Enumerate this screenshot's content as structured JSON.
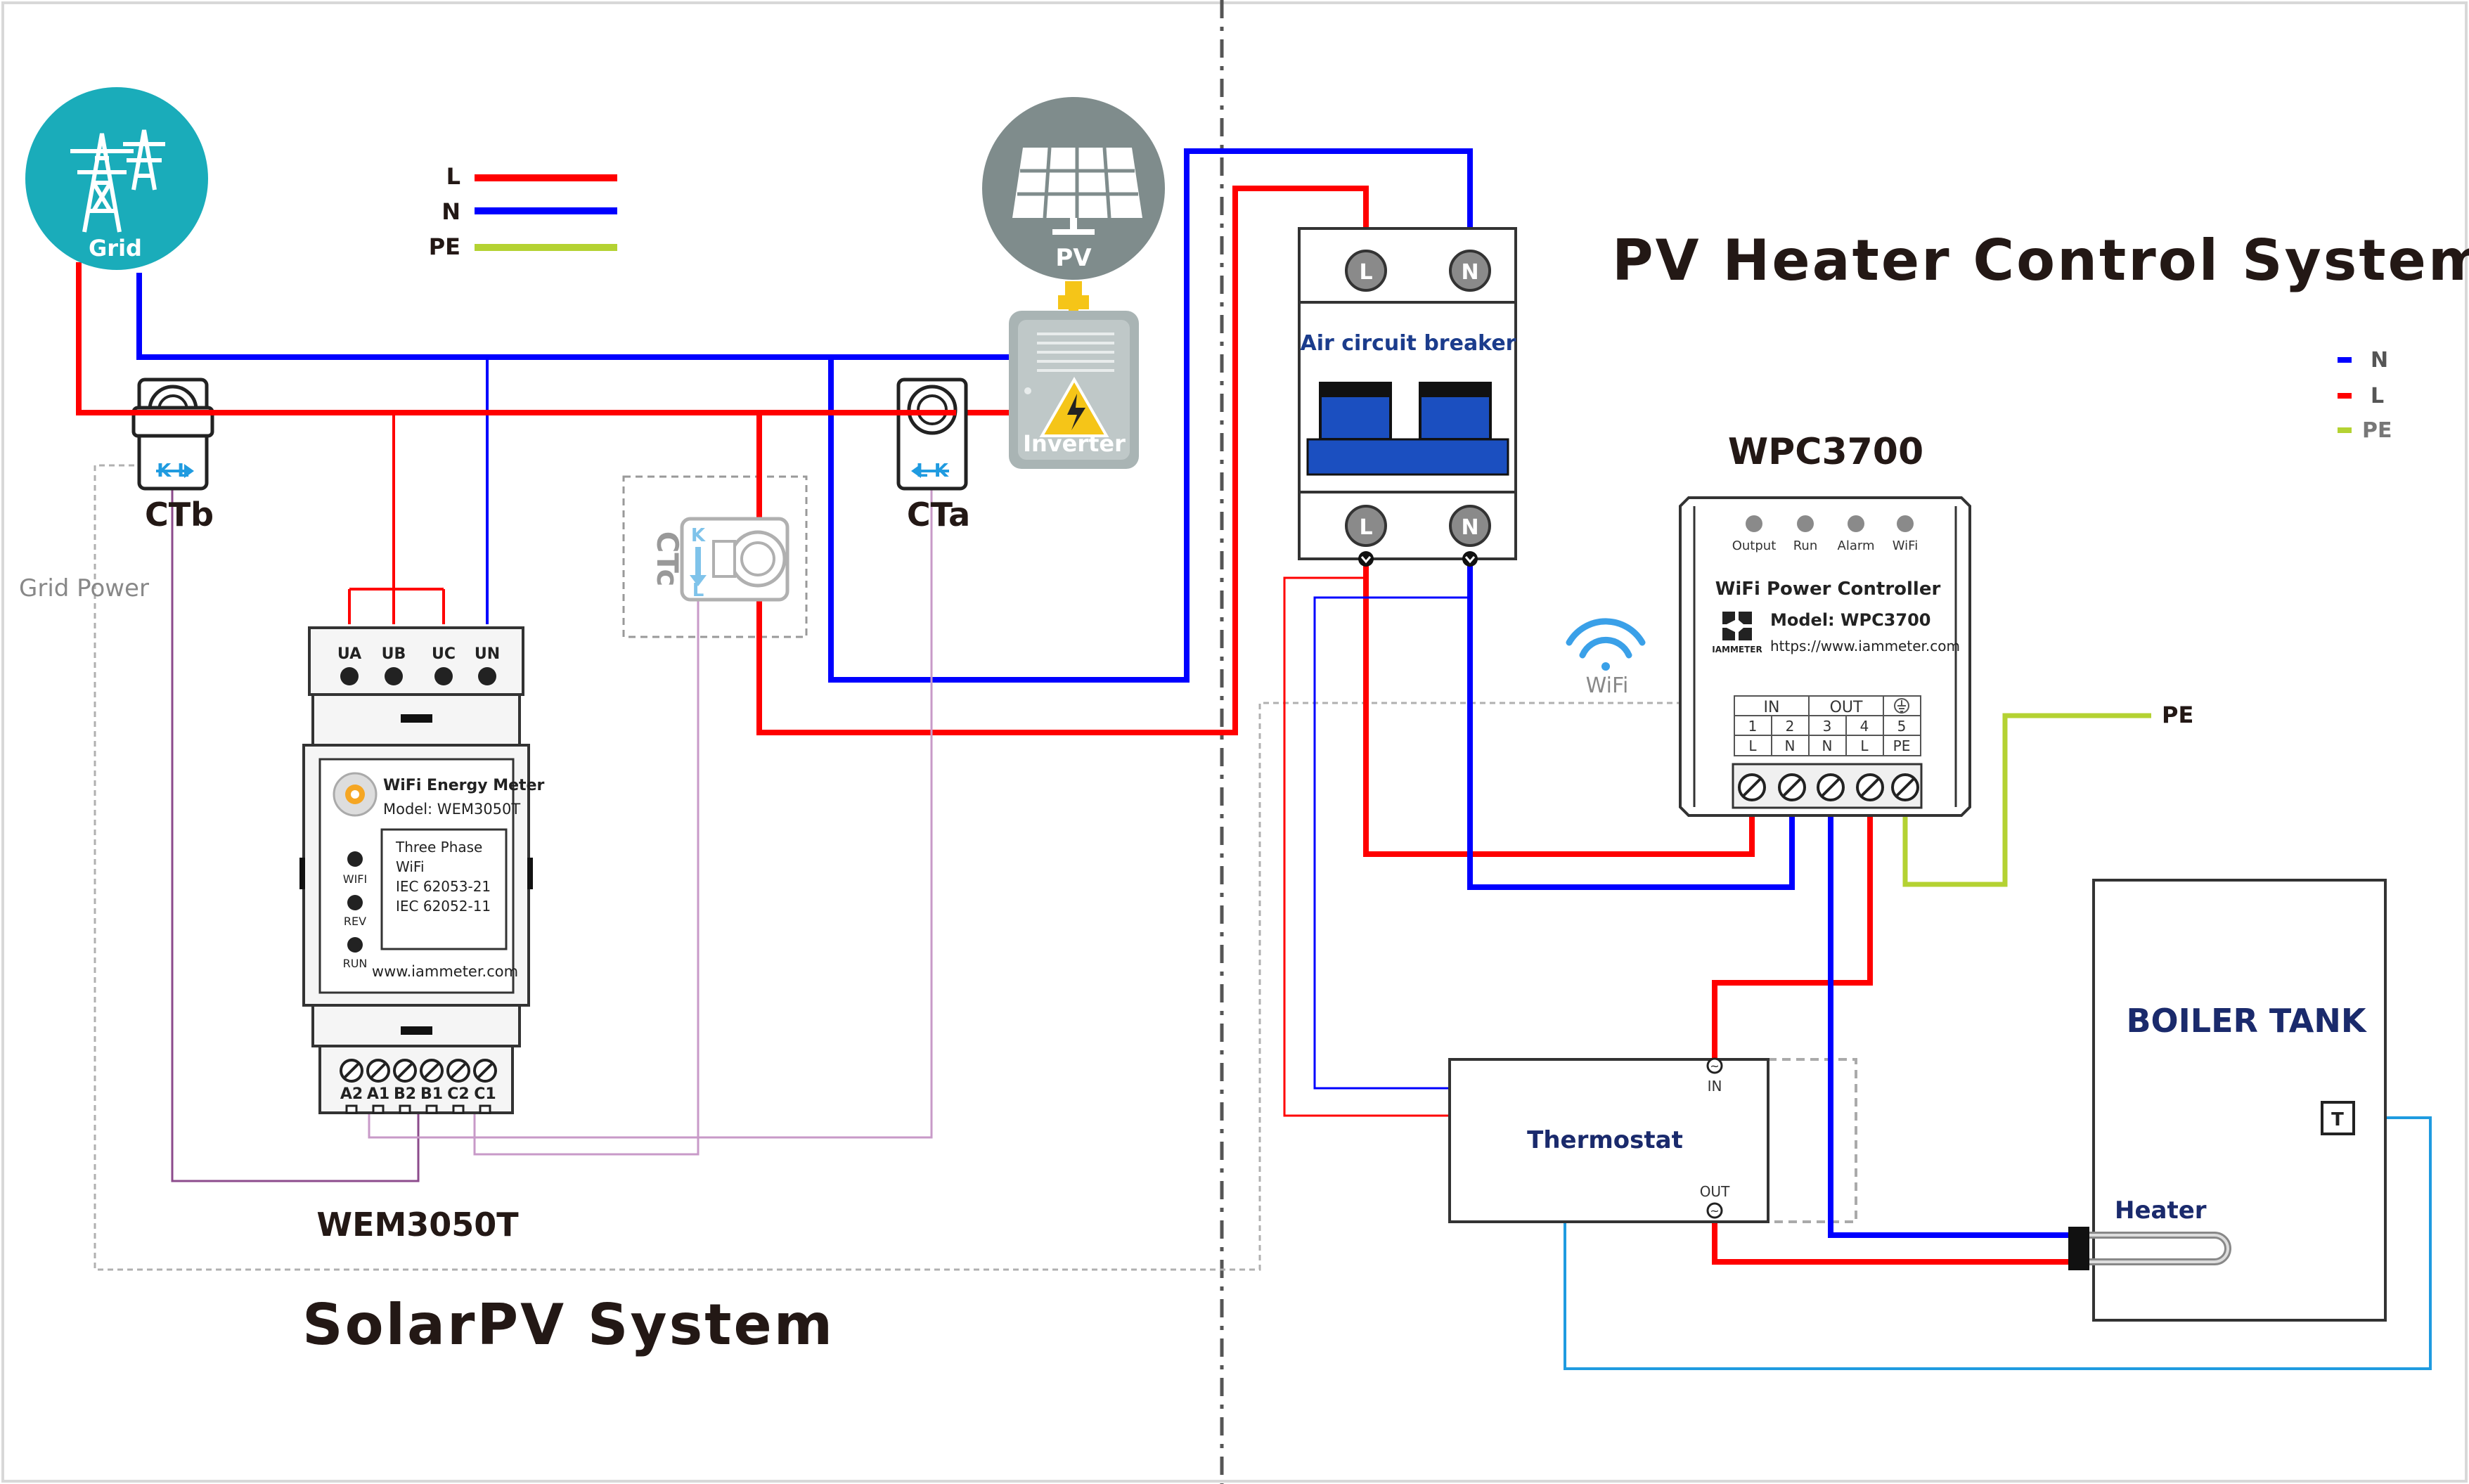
{
  "colors": {
    "L": "#ff0000",
    "N": "#0000ff",
    "PE": "#b4d232",
    "ct_wire": "#8c4b8c",
    "ct_wire_light": "#c89ac8",
    "thermo_wire": "#1f9be0",
    "grid_circle": "#1aacba",
    "pv_circle": "#7f8c8c",
    "breaker_blue": "#1b4fc0",
    "title": "#231815",
    "dark_blue_text": "#1a2a6c"
  },
  "titles": {
    "main": "PV Heater Control System",
    "solar": "SolarPV System"
  },
  "legend_left": {
    "L": "L",
    "N": "N",
    "PE": "PE"
  },
  "legend_right": {
    "N": "N",
    "L": "L",
    "PE": "PE"
  },
  "grid": {
    "label": "Grid"
  },
  "pv": {
    "label": "PV"
  },
  "inverter": {
    "label": "Inverter"
  },
  "ct": {
    "ctb_label": "CTb",
    "ctb_arrow": "K  L",
    "cta_label": "CTa",
    "cta_arrow": "L  K",
    "ctc_label": "CTc",
    "ctc_k": "K",
    "ctc_l": "L"
  },
  "grid_power_label": "Grid Power",
  "meter": {
    "top_terminals": [
      "UA",
      "UB",
      "UC",
      "UN"
    ],
    "brand_name": "WiFi Energy Meter",
    "model_line": "Model:  WEM3050T",
    "spec_lines": [
      "Three Phase",
      "WiFi",
      "IEC 62053-21",
      "IEC 62052-11"
    ],
    "leds": [
      "WIFI",
      "REV",
      "RUN"
    ],
    "website": "www.iammeter.com",
    "bottom_terminals": [
      "A2",
      "A1",
      "B2",
      "B1",
      "C2",
      "C1"
    ],
    "caption": "WEM3050T"
  },
  "breaker": {
    "label": "Air circuit breaker",
    "top_terminals": [
      "L",
      "N"
    ],
    "bottom_terminals": [
      "L",
      "N"
    ]
  },
  "wifi": {
    "label": "WiFi"
  },
  "wpc": {
    "caption": "WPC3700",
    "leds": [
      "Output",
      "Run",
      "Alarm",
      "WiFi"
    ],
    "title": "WiFi Power Controller",
    "model_line": "Model: WPC3700",
    "brand": "IAMMETER",
    "url": "https://www.iammeter.com",
    "table_in": "IN",
    "table_out": "OUT",
    "table_numbers": [
      "1",
      "2",
      "3",
      "4",
      "5"
    ],
    "table_names": [
      "L",
      "N",
      "N",
      "L",
      "PE"
    ]
  },
  "pe_label": "PE",
  "thermostat": {
    "label": "Thermostat",
    "in_label": "IN",
    "out_label": "OUT"
  },
  "boiler": {
    "label": "BOILER TANK",
    "heater_label": "Heater",
    "sensor_label": "T"
  }
}
